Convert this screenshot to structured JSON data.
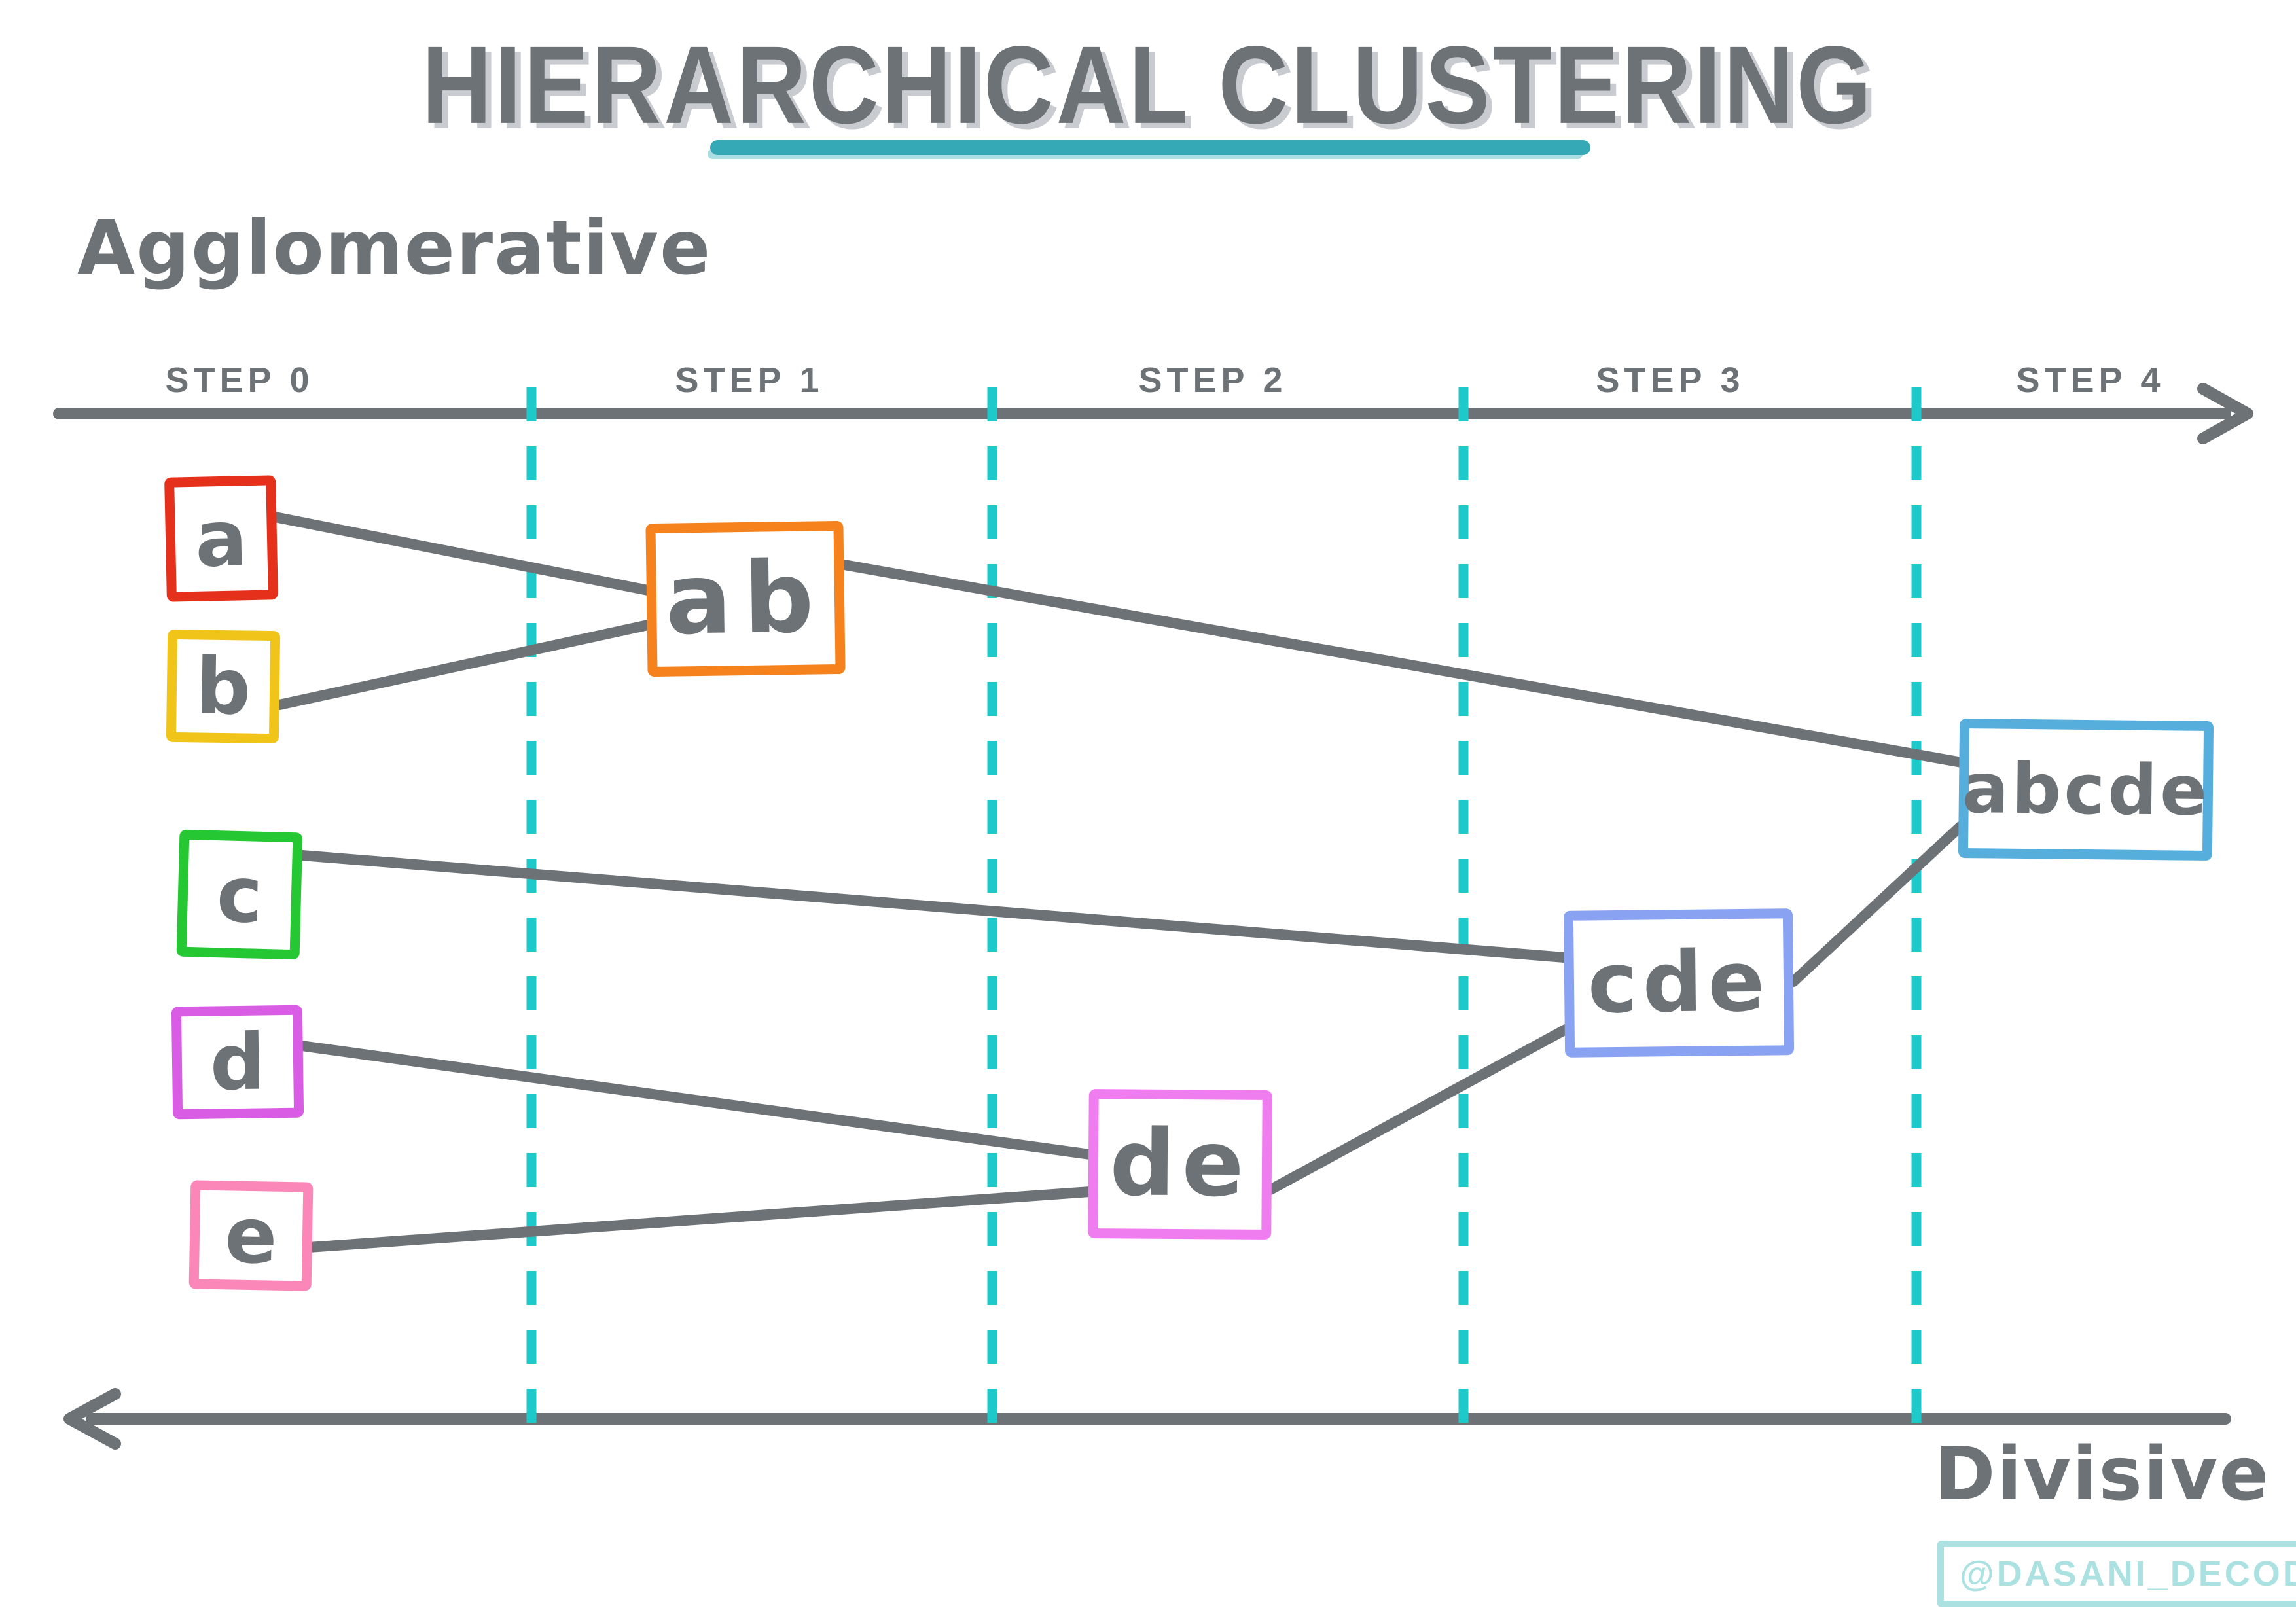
{
  "title": "HIERARCHICAL CLUSTERING",
  "subtitle_agglomerative": "Agglomerative",
  "label_divisive": "Divisive",
  "watermark": "@DASANI_DECODED",
  "steps": [
    "STEP 0",
    "STEP 1",
    "STEP 2",
    "STEP 3",
    "STEP 4"
  ],
  "nodes": [
    {
      "id": "a",
      "label": "a",
      "border_color": "#e5301c"
    },
    {
      "id": "b",
      "label": "b",
      "border_color": "#f0c419"
    },
    {
      "id": "c",
      "label": "c",
      "border_color": "#25c732"
    },
    {
      "id": "d",
      "label": "d",
      "border_color": "#d95ce4"
    },
    {
      "id": "e",
      "label": "e",
      "border_color": "#fb87b9"
    },
    {
      "id": "ab",
      "label": "ab",
      "border_color": "#f5821c"
    },
    {
      "id": "de",
      "label": "de",
      "border_color": "#f07df0"
    },
    {
      "id": "cde",
      "label": "cde",
      "border_color": "#8aa2f2"
    },
    {
      "id": "abcde",
      "label": "abcde",
      "border_color": "#56aedd"
    }
  ],
  "edges": [
    {
      "from": "a",
      "to": "ab"
    },
    {
      "from": "b",
      "to": "ab"
    },
    {
      "from": "ab",
      "to": "abcde"
    },
    {
      "from": "c",
      "to": "cde"
    },
    {
      "from": "d",
      "to": "de"
    },
    {
      "from": "e",
      "to": "de"
    },
    {
      "from": "de",
      "to": "cde"
    },
    {
      "from": "cde",
      "to": "abcde"
    }
  ],
  "colors": {
    "ink": "#6d7276",
    "ink_shadow": "#c8ccd0",
    "step_divider": "#1ec9c9",
    "title_underline": "#35a9b5",
    "title_underline_shadow": "#aadde2",
    "watermark": "#abe2e1"
  }
}
